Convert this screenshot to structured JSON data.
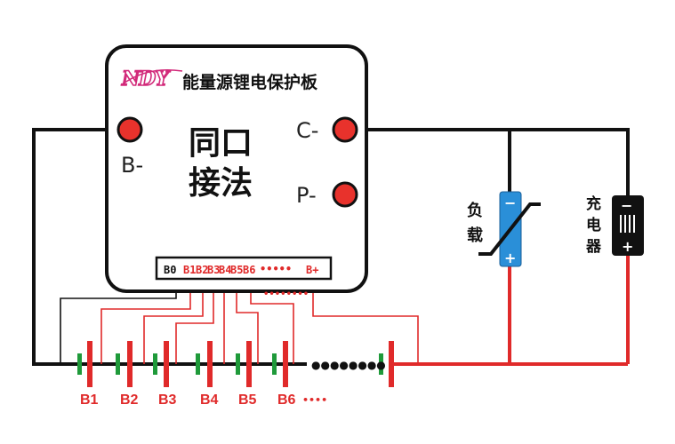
{
  "board": {
    "logo": "NDY",
    "title": "能量源锂电保护板",
    "mode_line1": "同口",
    "mode_line2": "接法"
  },
  "terminals": {
    "b_minus": "B-",
    "c_minus": "C-",
    "p_minus": "P-"
  },
  "connector_pins": [
    "B0",
    "B1",
    "B2",
    "B3",
    "B4",
    "B5",
    "B6",
    "•••••",
    "B+"
  ],
  "balance_more": "••••••••",
  "cells": [
    "B1",
    "B2",
    "B3",
    "B4",
    "B5",
    "B6",
    "••••"
  ],
  "cells_more": "●●●●●●●●",
  "load": {
    "label_line1": "负",
    "label_line2": "载",
    "minus": "−",
    "plus": "+"
  },
  "charger": {
    "label_line1": "充",
    "label_line2": "电",
    "label_line3": "器",
    "minus": "−",
    "plus": "+"
  },
  "colors": {
    "wire_black": "#111111",
    "wire_red": "#e02a2a",
    "terminal_red": "#e8322c",
    "load_blue": "#2a8fd8",
    "cell_green": "#1f9a3a",
    "logo_pink": "#d22a7a"
  }
}
